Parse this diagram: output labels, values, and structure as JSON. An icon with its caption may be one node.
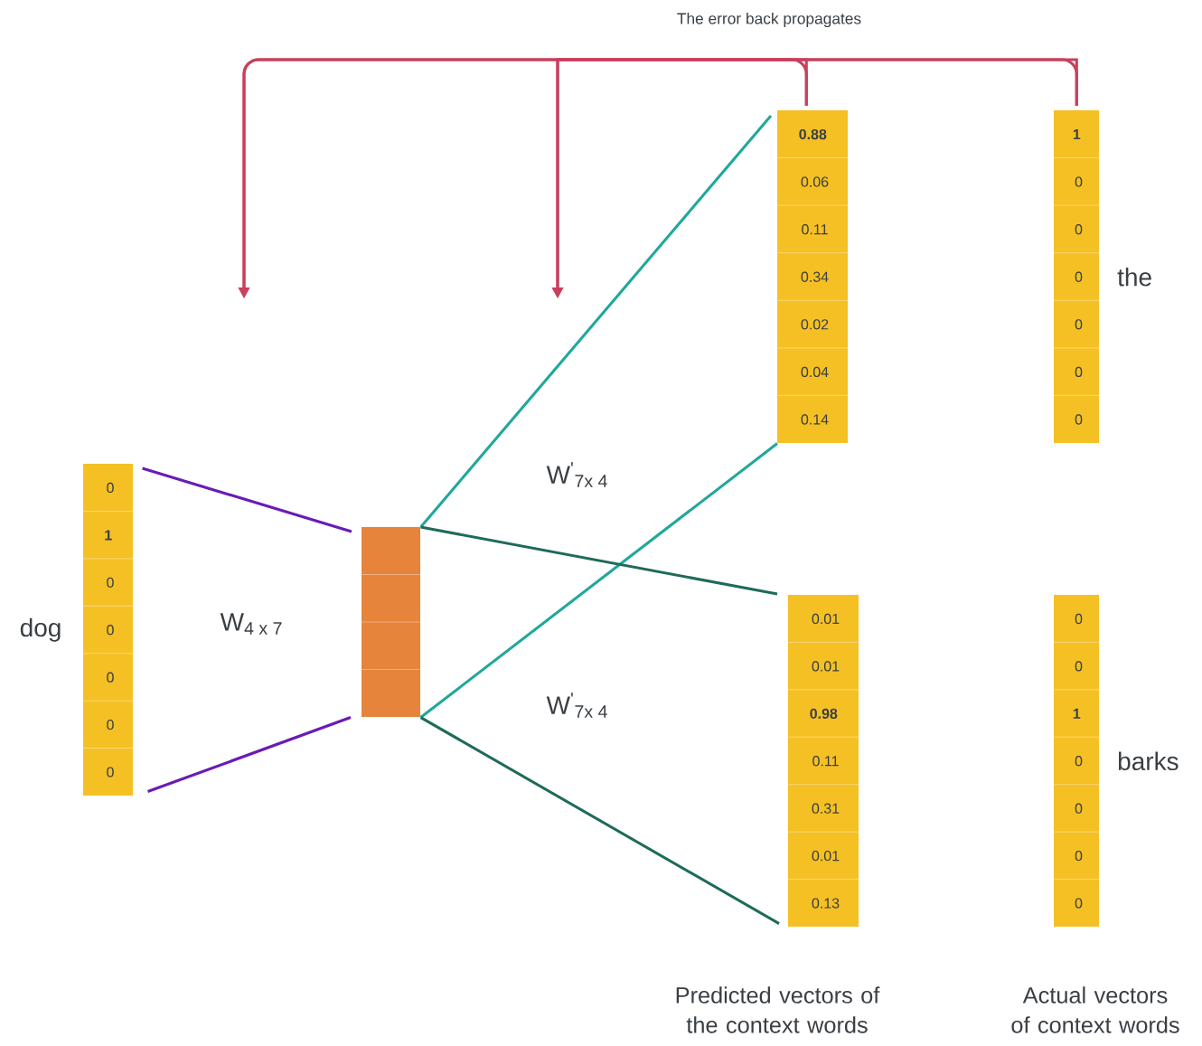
{
  "diagram": {
    "nodes": [
      {
        "text": [
          "0",
          "1",
          "0",
          "0",
          "0",
          "0",
          "0"
        ],
        "beside": [
          "dog"
        ]
      },
      {
        "text": [],
        "shape": "box"
      },
      {
        "text": [
          "0.88",
          "0.06",
          "0.11",
          "0.34",
          "0.02",
          "0.04",
          "0.14"
        ]
      },
      {
        "text": [
          "0.01",
          "0.01",
          "0.98",
          "0.11",
          "0.31",
          "0.01",
          "0.13"
        ]
      },
      {
        "text": [
          "1",
          "0",
          "0",
          "0",
          "0",
          "0",
          "0"
        ],
        "beside": [
          "the"
        ]
      },
      {
        "text": [
          "0",
          "0",
          "1",
          "0",
          "0",
          "0",
          "0"
        ],
        "beside": [
          "barks"
        ]
      }
    ],
    "edges": [
      {
        "from": 0,
        "to": 1,
        "arrow": "none",
        "color": "#6a1bb5"
      },
      {
        "from": 0,
        "to": 1,
        "arrow": "none",
        "color": "#6a1bb5"
      },
      {
        "from": 1,
        "to": 2,
        "arrow": "none",
        "color": "#1fa89a"
      },
      {
        "from": 1,
        "to": 2,
        "arrow": "none",
        "color": "#1fa89a"
      },
      {
        "from": 1,
        "to": 3,
        "arrow": "none",
        "color": "#1e6b5a"
      },
      {
        "from": 1,
        "to": 3,
        "arrow": "none",
        "color": "#1e6b5a"
      },
      {
        "from": 2,
        "to": null,
        "arrow": "to",
        "color": "#c9405c"
      },
      {
        "from": 2,
        "to": null,
        "arrow": "to",
        "color": "#c9405c"
      },
      {
        "from": 4,
        "to": null,
        "arrow": "to",
        "color": "#c9405c"
      },
      {
        "from": 4,
        "to": null,
        "arrow": "to",
        "color": "#c9405c"
      }
    ],
    "labels": [
      "The error back propagates",
      "W$^{'}$$_{7x 4}$",
      "W$_{4 x 7}$",
      "W$^{'}$$_{7x 4}$",
      "Predicted vectors of the context words",
      "Actual vectors of context words"
    ]
  }
}
